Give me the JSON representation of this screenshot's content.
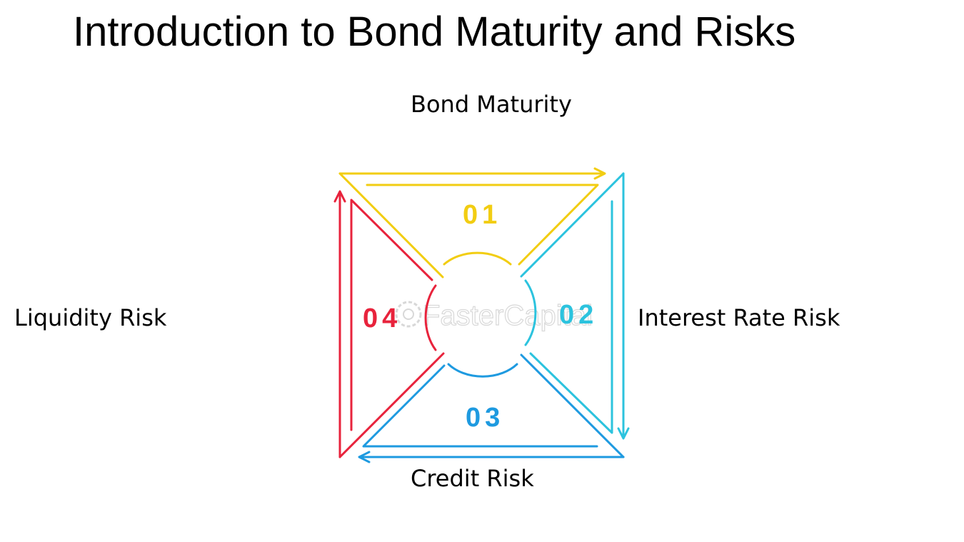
{
  "title": "Introduction to Bond Maturity and Risks",
  "quadrants": [
    {
      "id": "top",
      "number": "01",
      "label": "Bond Maturity",
      "color": "#f2cd12"
    },
    {
      "id": "right",
      "number": "02",
      "label": "Interest Rate Risk",
      "color": "#2cc3de"
    },
    {
      "id": "bottom",
      "number": "03",
      "label": "Credit Risk",
      "color": "#1e9ae0"
    },
    {
      "id": "left",
      "number": "04",
      "label": "Liquidity Risk",
      "color": "#e8233c"
    }
  ],
  "watermark": "FasterCapital"
}
